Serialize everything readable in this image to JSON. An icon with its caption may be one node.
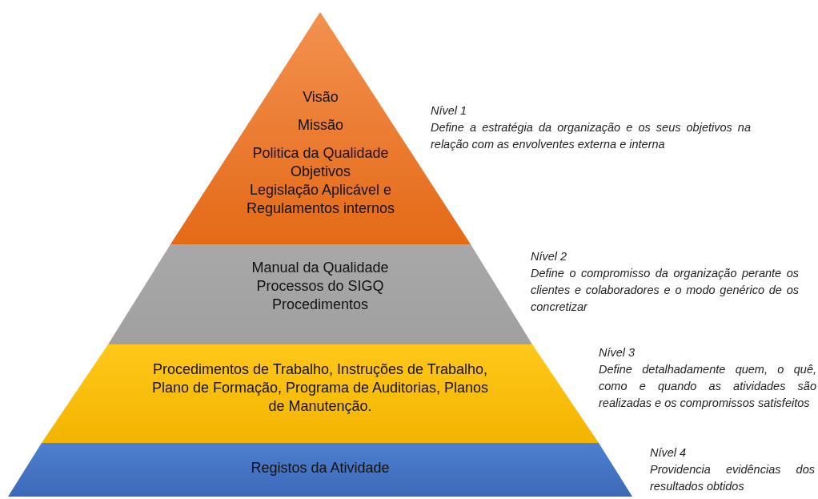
{
  "diagram": {
    "nodes": [
      {
        "text": [
          "Visão",
          "Missão",
          "Politica da Qualidade",
          "Objetivos",
          "Legislação Aplicável e Regulamentos internos"
        ],
        "beside": [
          "Nível 1",
          "Define a estratégia da organização e os seus objetivos na relação com as envolventes externa e interna"
        ]
      },
      {
        "text": [
          "Manual da Qualidade",
          "Processos do SIGQ",
          "Procedimentos"
        ],
        "beside": [
          "Nível 2",
          "Define o compromisso da organização perante os clientes e colaboradores e o modo genérico de os concretizar"
        ]
      },
      {
        "text": [
          "Procedimentos de Trabalho, Instruções de Trabalho, Plano de Formação, Programa de Auditorias, Planos de Manutenção."
        ],
        "beside": [
          "Nível 3",
          "Define detalhadamente quem, o quê, como e quando as atividades são realizadas e os compromissos satisfeitos"
        ]
      },
      {
        "text": [
          "Registos da Atividade"
        ],
        "beside": [
          "Nível 4",
          "Providencia evidências dos resultados obtidos"
        ]
      }
    ]
  }
}
